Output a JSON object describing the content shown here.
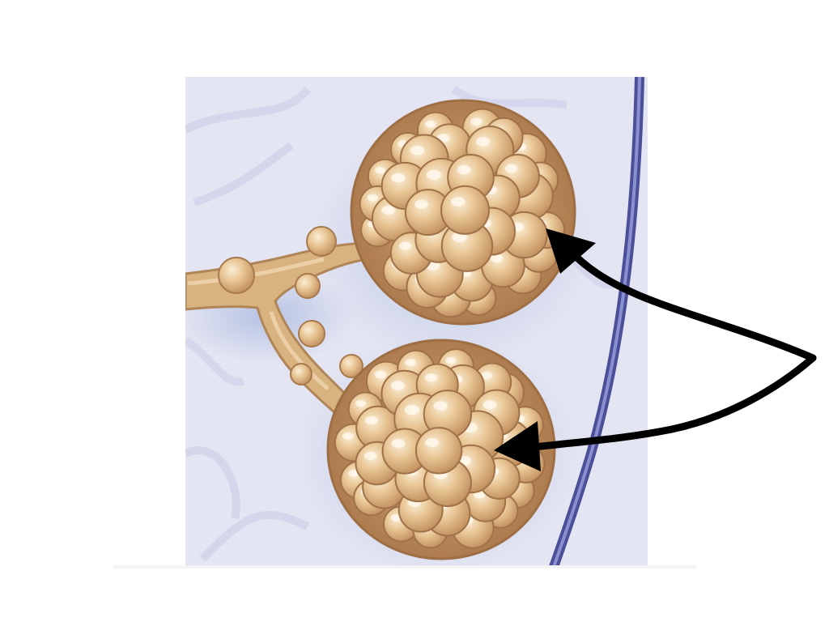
{
  "slide": {
    "background": "#ffffff"
  },
  "illustration": {
    "subject": "alveolar-sacs",
    "panel_color": "#e6e7f3",
    "vessel_color": "#5a62aa",
    "sac_color": "#e7c390",
    "sac_shadow": "#b9895a",
    "duct_color": "#e2bd88",
    "sac_count": 2
  },
  "pointer": {
    "color": "#000000",
    "arrowheads": 2
  }
}
